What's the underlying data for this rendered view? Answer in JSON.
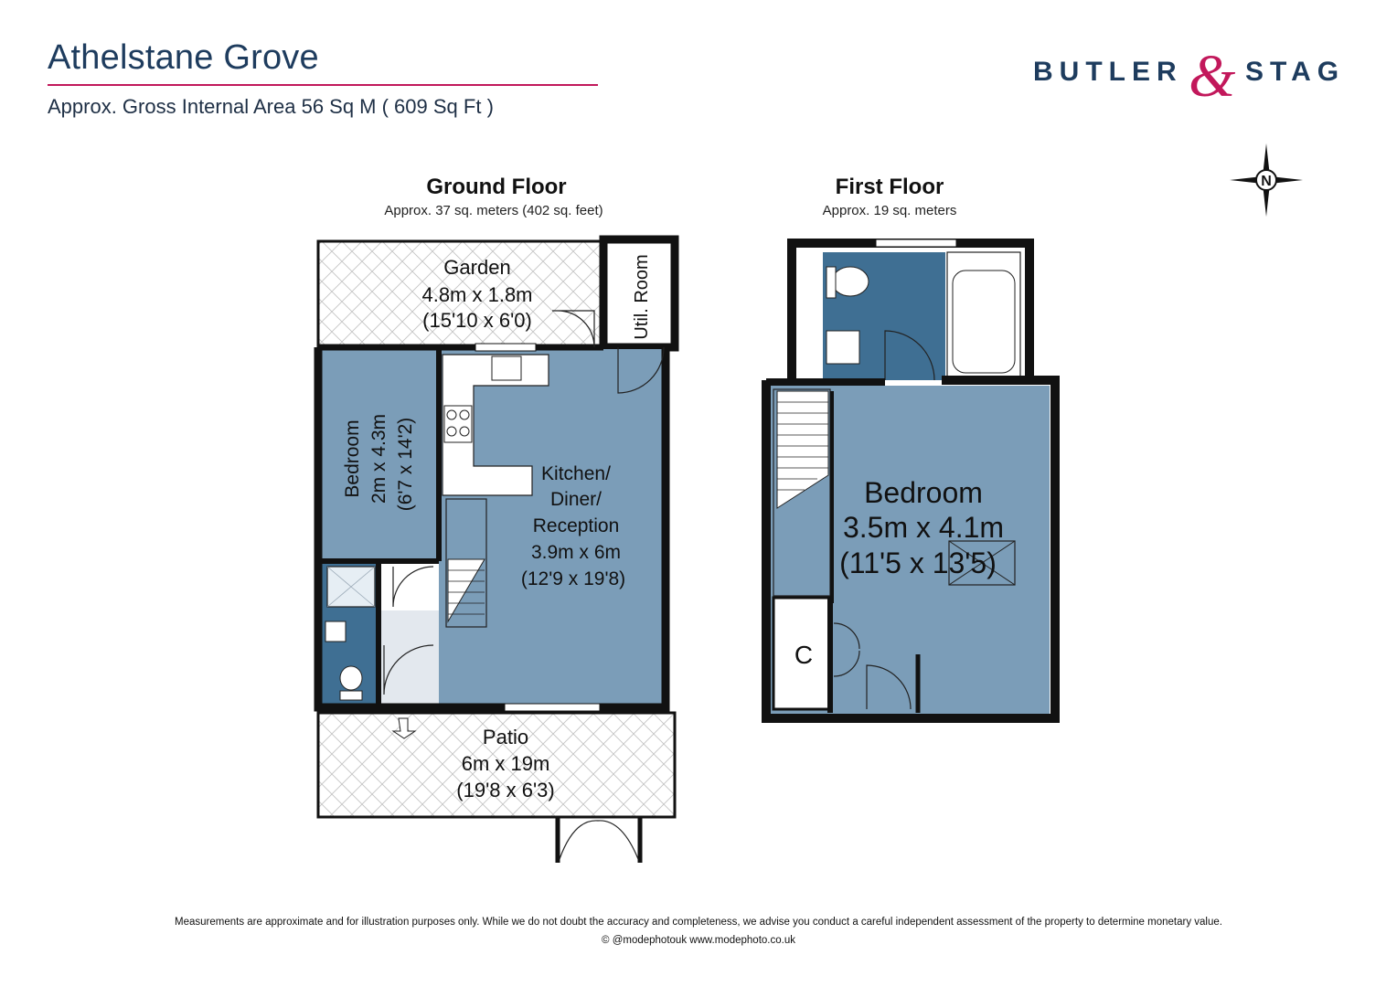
{
  "header": {
    "title": "Athelstane Grove",
    "area": "Approx. Gross Internal Area 56 Sq M ( 609 Sq Ft )"
  },
  "brand": {
    "left": "BUTLER",
    "ampersand": "&",
    "right": "STAG",
    "navy": "#1e3c5e",
    "pink": "#c2185b"
  },
  "compass": {
    "label": "N"
  },
  "ground_floor": {
    "title": "Ground Floor",
    "area": "Approx. 37 sq. meters (402 sq. feet)",
    "garden": {
      "name": "Garden",
      "metric": "4.8m x 1.8m",
      "imperial": "(15'10 x 6'0)"
    },
    "util_room": {
      "name": "Util. Room"
    },
    "bedroom": {
      "name": "Bedroom",
      "metric": "2m x 4.3m",
      "imperial": "(6'7 x 14'2)"
    },
    "kitchen": {
      "line1": "Kitchen/",
      "line2": "Diner/",
      "line3": "Reception",
      "metric": "3.9m x 6m",
      "imperial": "(12'9 x 19'8)"
    },
    "patio": {
      "name": "Patio",
      "metric": "6m x 19m",
      "imperial": "(19'8 x 6'3)"
    }
  },
  "first_floor": {
    "title": "First Floor",
    "area": "Approx. 19 sq. meters",
    "bedroom": {
      "name": "Bedroom",
      "metric": "3.5m x 4.1m",
      "imperial": "(11'5 x 13'5)"
    },
    "cupboard": {
      "label": "C"
    }
  },
  "colors": {
    "room_blue": "#7b9db8",
    "bath_blue": "#3f6f93",
    "hall": "#e3e8ee",
    "wall": "#111111"
  },
  "footer": {
    "disclaimer": "Measurements are approximate and for illustration purposes only.  While we do not doubt the accuracy and completeness, we advise you conduct a careful independent assessment of the property to determine monetary value.",
    "credit": "© @modephotouk www.modephoto.co.uk"
  }
}
